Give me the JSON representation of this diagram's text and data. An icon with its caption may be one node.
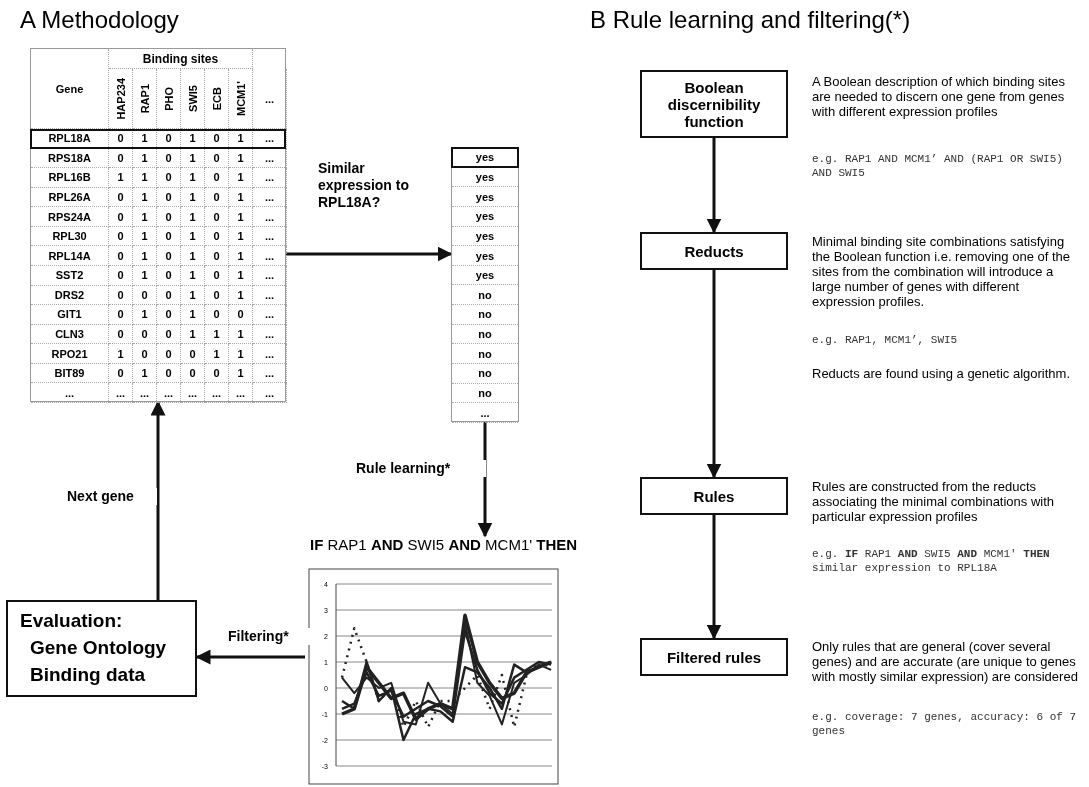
{
  "diagram": {
    "nodes": [
      {
        "text": [],
        "shape": "box"
      },
      {
        "text": [],
        "shape": "box"
      },
      {
        "text": [
          "**IF** RAP1 **AND** SWI5 **AND** MCM1' **THEN**"
        ]
      },
      {
        "text": [
          "Evaluation:",
          "Gene Ontology",
          "Binding data"
        ]
      },
      {
        "text": [
          "Boolean discernibility function"
        ],
        "beside": [
          "A Boolean description of which binding sites are needed to discern one gene from genes with different expression profiles",
          "e.g. RAP1 AND MCM1’ AND (RAP1 OR SWI5) AND SWI5"
        ]
      },
      {
        "text": [
          "Reducts"
        ],
        "beside": [
          "Minimal binding site combinations satisfying the Boolean function i.e. removing one of the sites from the combination will introduce a large number of genes with different expression profiles.",
          "e.g. RAP1, MCM1’, SWI5",
          "Reducts are found using a genetic algorithm."
        ]
      },
      {
        "text": [
          "Rules"
        ],
        "beside": [
          "Rules are constructed from the reducts associating the minimal combinations with particular expression profiles",
          "e.g. **IF** RAP1 **AND** SWI5 **AND** MCM1' **THEN** similar expression to RPL18A"
        ]
      },
      {
        "text": [
          "Filtered rules"
        ],
        "beside": [
          "Only rules that are general (cover several genes) and are accurate (are unique to genes with mostly similar expression) are considered",
          "e.g. coverage: 7 genes, accuracy: 6 of 7 genes"
        ]
      }
    ],
    "edges": [
      {
        "from": 0,
        "to": 1,
        "arrow": "to",
        "label": "Similar expression to RPL18A?"
      },
      {
        "from": 1,
        "to": 2,
        "arrow": "to",
        "label": "Rule learning*"
      },
      {
        "from": 2,
        "to": 3,
        "arrow": "to",
        "label": "Filtering*"
      },
      {
        "from": 3,
        "to": 0,
        "arrow": "to",
        "label": "Next gene"
      },
      {
        "from": 4,
        "to": 5,
        "arrow": "to"
      },
      {
        "from": 5,
        "to": 6,
        "arrow": "to"
      },
      {
        "from": 6,
        "to": 7,
        "arrow": "to"
      }
    ],
    "labels": [
      "A Methodology",
      "Gene",
      "Binding sites",
      "HAP234",
      "RAP1",
      "PHO",
      "SWI5",
      "ECB",
      "MCM1'",
      "...",
      "RPL18A",
      "0",
      "1",
      "0",
      "1",
      "0",
      "1",
      "...",
      "RPS18A",
      "0",
      "1",
      "0",
      "1",
      "0",
      "1",
      "...",
      "RPL16B",
      "1",
      "1",
      "0",
      "1",
      "0",
      "1",
      "...",
      "RPL26A",
      "0",
      "1",
      "0",
      "1",
      "0",
      "1",
      "...",
      "RPS24A",
      "0",
      "1",
      "0",
      "1",
      "0",
      "1",
      "...",
      "RPL30",
      "0",
      "1",
      "0",
      "1",
      "0",
      "1",
      "...",
      "RPL14A",
      "0",
      "1",
      "0",
      "1",
      "0",
      "1",
      "...",
      "SST2",
      "0",
      "1",
      "0",
      "1",
      "0",
      "1",
      "...",
      "DRS2",
      "0",
      "0",
      "0",
      "1",
      "0",
      "1",
      "...",
      "GIT1",
      "0",
      "1",
      "0",
      "1",
      "0",
      "0",
      "...",
      "CLN3",
      "0",
      "0",
      "0",
      "1",
      "1",
      "1",
      "...",
      "RPO21",
      "1",
      "0",
      "0",
      "0",
      "1",
      "1",
      "...",
      "BIT89",
      "0",
      "1",
      "0",
      "0",
      "0",
      "1",
      "...",
      "...",
      "...",
      "...",
      "...",
      "...",
      "...",
      "...",
      "...",
      "yes",
      "yes",
      "yes",
      "yes",
      "yes",
      "yes",
      "yes",
      "no",
      "no",
      "no",
      "no",
      "no",
      "no",
      "...",
      "4",
      "3",
      "2",
      "1",
      "0",
      "-1",
      "-2",
      "-3",
      "B Rule learning and filtering(*)"
    ]
  }
}
